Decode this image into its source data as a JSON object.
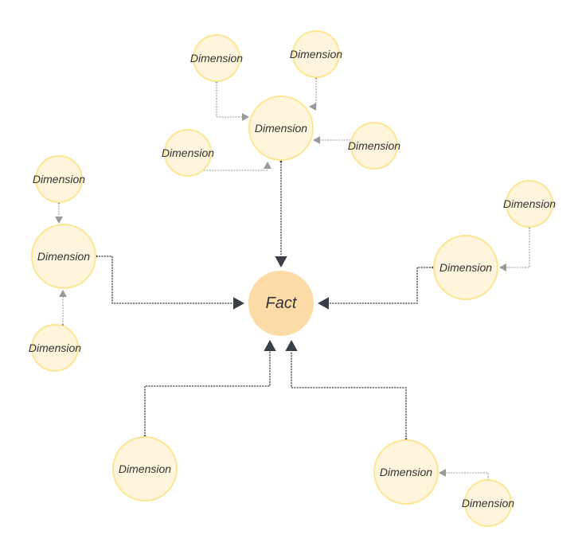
{
  "diagram": {
    "colors": {
      "dimension_fill": "#fff4dc",
      "dimension_stroke": "#fbe793",
      "fact_fill": "#fddba7",
      "fact_stroke": "#fddba7",
      "edge_primary": "#3a3f47",
      "edge_secondary": "#9a9a9a",
      "label": "#333333"
    },
    "nodes": [
      {
        "id": "fact",
        "kind": "fact",
        "label": "Fact"
      },
      {
        "id": "dim-top-hub",
        "kind": "dimension",
        "label": "Dimension"
      },
      {
        "id": "dim-top-left-1",
        "kind": "dimension",
        "label": "Dimension"
      },
      {
        "id": "dim-top-right-1",
        "kind": "dimension",
        "label": "Dimension"
      },
      {
        "id": "dim-top-left-2",
        "kind": "dimension",
        "label": "Dimension"
      },
      {
        "id": "dim-top-right-2",
        "kind": "dimension",
        "label": "Dimension"
      },
      {
        "id": "dim-left-top",
        "kind": "dimension",
        "label": "Dimension"
      },
      {
        "id": "dim-left-hub",
        "kind": "dimension",
        "label": "Dimension"
      },
      {
        "id": "dim-left-bottom",
        "kind": "dimension",
        "label": "Dimension"
      },
      {
        "id": "dim-right-top",
        "kind": "dimension",
        "label": "Dimension"
      },
      {
        "id": "dim-right-hub",
        "kind": "dimension",
        "label": "Dimension"
      },
      {
        "id": "dim-bottom-left",
        "kind": "dimension",
        "label": "Dimension"
      },
      {
        "id": "dim-bottom-right-hub",
        "kind": "dimension",
        "label": "Dimension"
      },
      {
        "id": "dim-bottom-right-sub",
        "kind": "dimension",
        "label": "Dimension"
      }
    ],
    "edges": [
      {
        "from": "dim-top-hub",
        "to": "fact",
        "level": "primary"
      },
      {
        "from": "dim-left-hub",
        "to": "fact",
        "level": "primary"
      },
      {
        "from": "dim-right-hub",
        "to": "fact",
        "level": "primary"
      },
      {
        "from": "dim-bottom-left",
        "to": "fact",
        "level": "primary"
      },
      {
        "from": "dim-bottom-right-hub",
        "to": "fact",
        "level": "primary"
      },
      {
        "from": "dim-top-left-1",
        "to": "dim-top-hub",
        "level": "secondary"
      },
      {
        "from": "dim-top-right-1",
        "to": "dim-top-hub",
        "level": "secondary"
      },
      {
        "from": "dim-top-left-2",
        "to": "dim-top-hub",
        "level": "secondary"
      },
      {
        "from": "dim-top-right-2",
        "to": "dim-top-hub",
        "level": "secondary"
      },
      {
        "from": "dim-left-top",
        "to": "dim-left-hub",
        "level": "secondary"
      },
      {
        "from": "dim-left-bottom",
        "to": "dim-left-hub",
        "level": "secondary"
      },
      {
        "from": "dim-right-top",
        "to": "dim-right-hub",
        "level": "secondary"
      },
      {
        "from": "dim-bottom-right-sub",
        "to": "dim-bottom-right-hub",
        "level": "secondary"
      }
    ]
  }
}
